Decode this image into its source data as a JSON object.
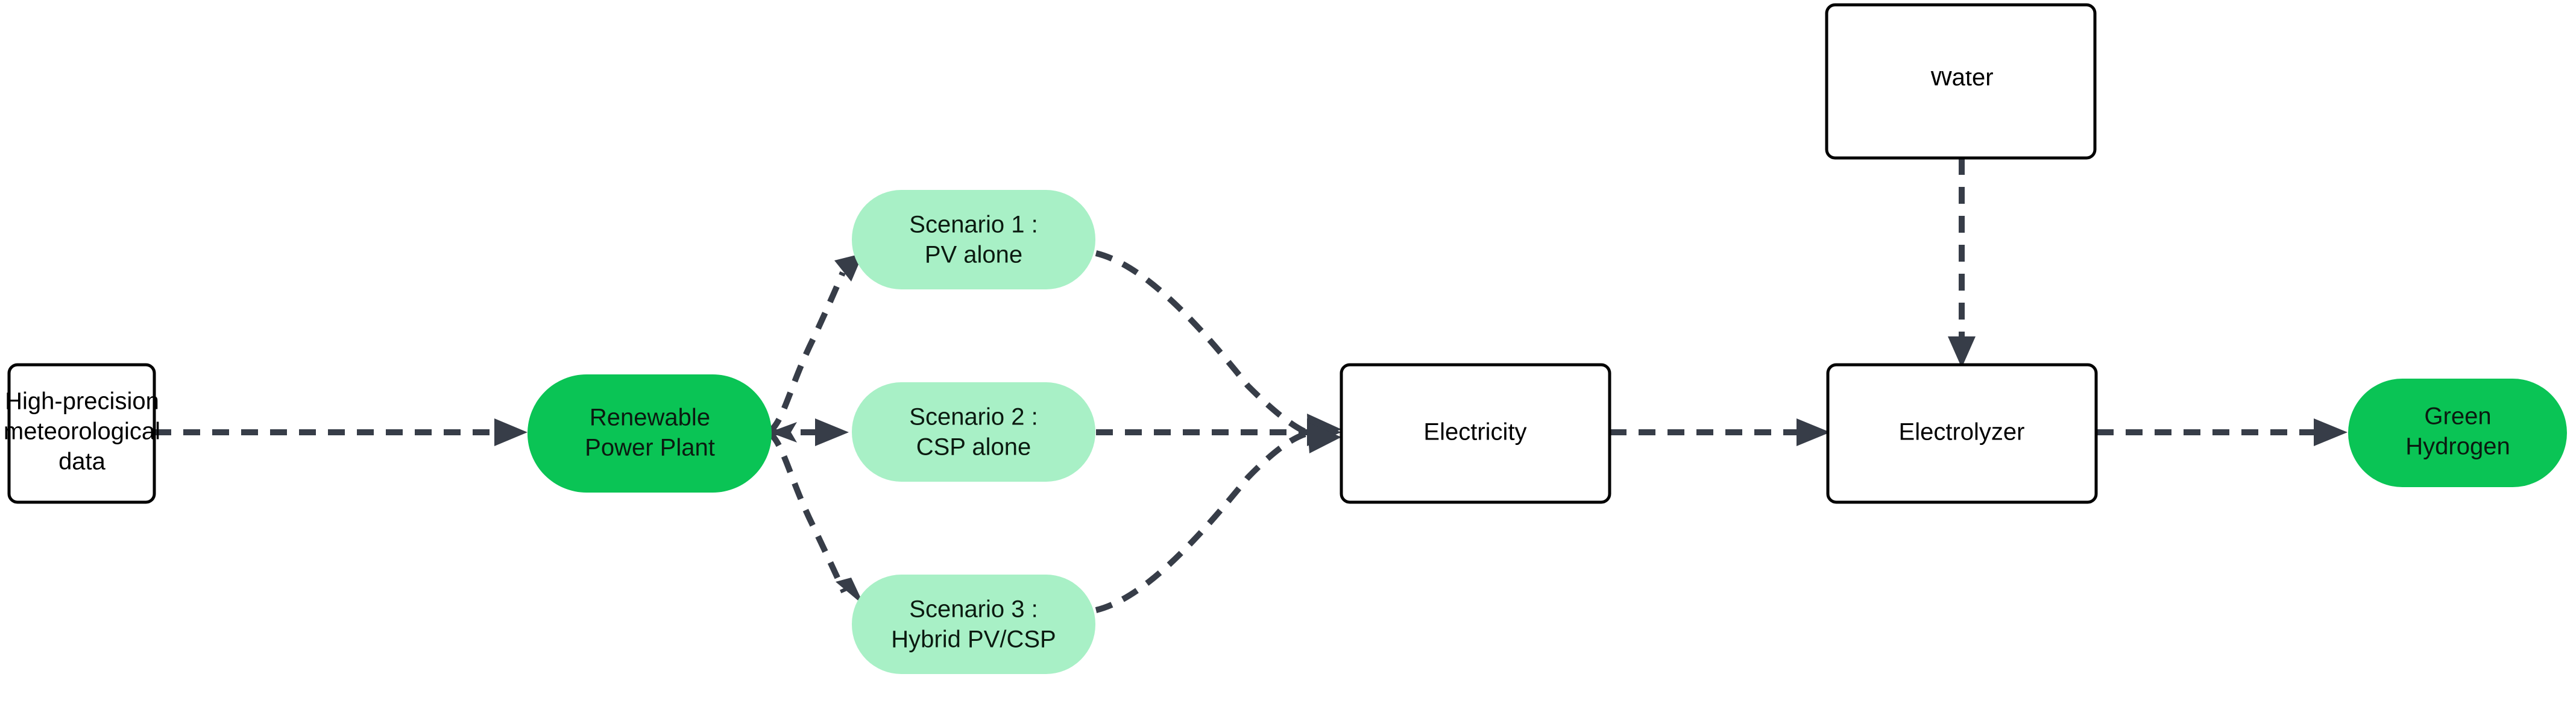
{
  "diagram": {
    "title": "Green hydrogen production flowchart",
    "type": "flowchart",
    "direction": "left-to-right",
    "colors": {
      "accent_green": "#0ac455",
      "light_green": "#a8f0c6",
      "edge": "#373d48",
      "node_border": "#000000",
      "background": "#ffffff"
    },
    "nodes": [
      {
        "id": "meteo",
        "label_lines": [
          "High-precision",
          "meteorological",
          "data"
        ],
        "shape": "rounded-rect",
        "fill": "#ffffff"
      },
      {
        "id": "plant",
        "label_lines": [
          "Renewable",
          "Power Plant"
        ],
        "shape": "stadium",
        "fill": "#0ac455"
      },
      {
        "id": "scenario1",
        "label_lines": [
          "Scenario 1 :",
          "PV alone"
        ],
        "shape": "stadium",
        "fill": "#a8f0c6"
      },
      {
        "id": "scenario2",
        "label_lines": [
          "Scenario 2 :",
          "CSP alone"
        ],
        "shape": "stadium",
        "fill": "#a8f0c6"
      },
      {
        "id": "scenario3",
        "label_lines": [
          "Scenario 3 :",
          "Hybrid PV/CSP"
        ],
        "shape": "stadium",
        "fill": "#a8f0c6"
      },
      {
        "id": "electricity",
        "label_lines": [
          "Electricity"
        ],
        "shape": "rounded-rect",
        "fill": "#ffffff"
      },
      {
        "id": "water",
        "label_lines": [
          "Water"
        ],
        "shape": "rounded-rect",
        "fill": "#ffffff"
      },
      {
        "id": "electrolyzer",
        "label_lines": [
          "Electrolyzer"
        ],
        "shape": "rounded-rect",
        "fill": "#ffffff"
      },
      {
        "id": "hydrogen",
        "label_lines": [
          "Green",
          "Hydrogen"
        ],
        "shape": "stadium",
        "fill": "#0ac455"
      }
    ],
    "edges": [
      {
        "from": "meteo",
        "to": "plant",
        "style": "dashed"
      },
      {
        "from": "plant",
        "to": "scenario1",
        "style": "dashed"
      },
      {
        "from": "plant",
        "to": "scenario2",
        "style": "dashed"
      },
      {
        "from": "plant",
        "to": "scenario3",
        "style": "dashed"
      },
      {
        "from": "scenario1",
        "to": "electricity",
        "style": "dashed"
      },
      {
        "from": "scenario2",
        "to": "electricity",
        "style": "dashed"
      },
      {
        "from": "scenario3",
        "to": "electricity",
        "style": "dashed"
      },
      {
        "from": "electricity",
        "to": "electrolyzer",
        "style": "dashed"
      },
      {
        "from": "water",
        "to": "electrolyzer",
        "style": "dashed"
      },
      {
        "from": "electrolyzer",
        "to": "hydrogen",
        "style": "dashed"
      }
    ]
  }
}
